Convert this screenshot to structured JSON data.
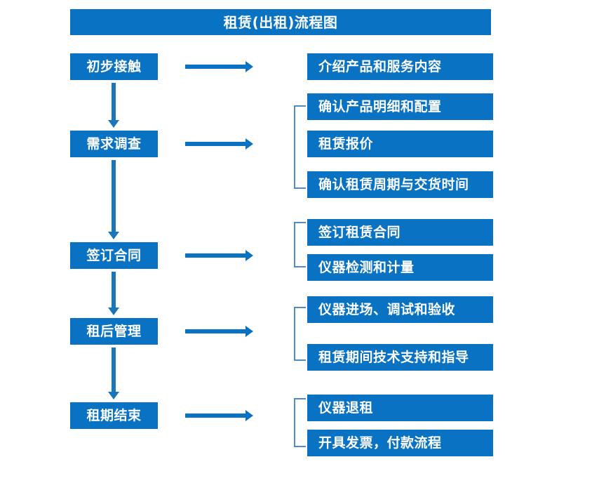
{
  "diagram": {
    "title": "租赁(出租)流程图",
    "accent_color": "#0a72c3",
    "bracket_color": "#4e8ec4",
    "arrow_color": "#1b75bb",
    "stages": [
      {
        "id": "stage-1",
        "label": "初步接触"
      },
      {
        "id": "stage-2",
        "label": "需求调查"
      },
      {
        "id": "stage-3",
        "label": "签订合同"
      },
      {
        "id": "stage-4",
        "label": "租后管理"
      },
      {
        "id": "stage-5",
        "label": "租期结束"
      }
    ],
    "details": [
      {
        "id": "detail-1-1",
        "label": "介绍产品和服务内容"
      },
      {
        "id": "detail-2-1",
        "label": "确认产品明细和配置"
      },
      {
        "id": "detail-2-2",
        "label": "租赁报价"
      },
      {
        "id": "detail-2-3",
        "label": "确认租赁周期与交货时间"
      },
      {
        "id": "detail-3-1",
        "label": "签订租赁合同"
      },
      {
        "id": "detail-3-2",
        "label": "仪器检测和计量"
      },
      {
        "id": "detail-4-1",
        "label": "仪器进场、调试和验收"
      },
      {
        "id": "detail-4-2",
        "label": "租赁期间技术支持和指导"
      },
      {
        "id": "detail-5-1",
        "label": "仪器退租"
      },
      {
        "id": "detail-5-2",
        "label": "开具发票，付款流程"
      }
    ]
  }
}
